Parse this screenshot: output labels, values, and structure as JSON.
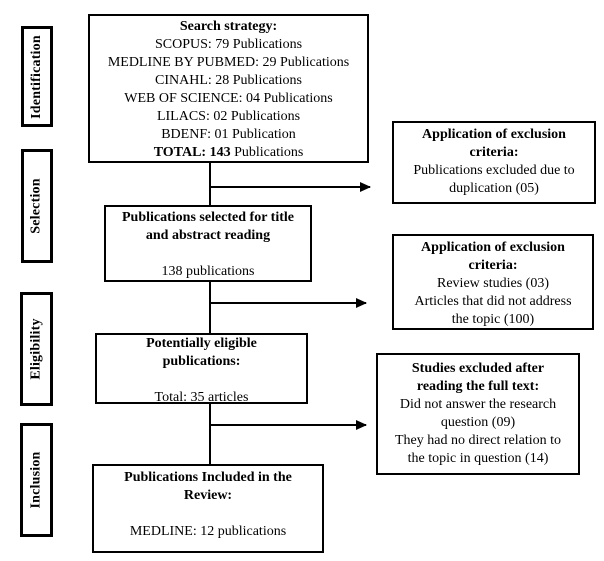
{
  "diagram": {
    "stages": [
      {
        "label": "Identification"
      },
      {
        "label": "Selection"
      },
      {
        "label": "Eligibility"
      },
      {
        "label": "Inclusion"
      }
    ],
    "search_box": {
      "title": "Search strategy:",
      "lines": [
        "SCOPUS: 79 Publications",
        "MEDLINE BY PUBMED: 29 Publications",
        "CINAHL: 28 Publications",
        "WEB OF SCIENCE: 04 Publications",
        "LILACS: 02 Publications",
        "BDENF: 01 Publication"
      ],
      "total_bold": "TOTAL: 143",
      "total_rest": " Publications"
    },
    "selected_box": {
      "title_lines": [
        "Publications selected for title",
        "and abstract reading"
      ],
      "body": "138 publications"
    },
    "eligible_box": {
      "title_lines": [
        "Potentially eligible",
        "publications:"
      ],
      "body": "Total: 35 articles"
    },
    "included_box": {
      "title_lines": [
        "Publications Included in the",
        "Review:"
      ],
      "body": "MEDLINE: 12 publications"
    },
    "exclusion_boxes": [
      {
        "title_lines": [
          "Application of exclusion",
          "criteria:"
        ],
        "body_lines": [
          "Publications excluded due to",
          "duplication (05)"
        ]
      },
      {
        "title_lines": [
          "Application of exclusion",
          "criteria:"
        ],
        "body_lines": [
          "Review studies (03)",
          "Articles that did not address",
          "the topic (100)"
        ]
      },
      {
        "title_lines": [
          "Studies excluded after",
          "reading the full text:"
        ],
        "body_lines": [
          "Did not answer the research",
          "question (09)",
          "They had no direct relation to",
          "the topic in question (14)"
        ]
      }
    ],
    "colors": {
      "line": "#000000",
      "background": "#ffffff",
      "text": "#000000"
    }
  }
}
